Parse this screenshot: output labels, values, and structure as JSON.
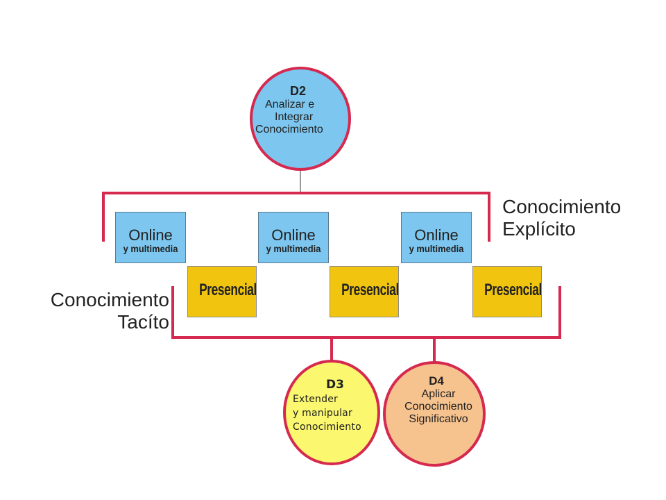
{
  "colors": {
    "bracket": "#d5294f",
    "circle_d2": "#7cc6ef",
    "circle_d3": "#fbf76f",
    "circle_d4": "#f6c28e",
    "online_box": "#7cc6ef",
    "presencial_box": "#f1c40f"
  },
  "d2": {
    "title": "D2",
    "lines": [
      "Analizar e",
      "Integrar",
      "Conocimiento"
    ]
  },
  "d3": {
    "title": "D3",
    "lines": [
      "Extender",
      "y manipular",
      "Conocimiento"
    ]
  },
  "d4": {
    "title": "D4",
    "lines": [
      "Aplicar",
      "Conocimiento",
      "Significativo"
    ]
  },
  "online_boxes": [
    {
      "title": "Online",
      "subtitle": "y multimedia"
    },
    {
      "title": "Online",
      "subtitle": "y multimedia"
    },
    {
      "title": "Online",
      "subtitle": "y multimedia"
    }
  ],
  "presencial_boxes": [
    {
      "label": "Presencial"
    },
    {
      "label": "Presencial"
    },
    {
      "label": "Presencial"
    }
  ],
  "explicit_label": {
    "lines": [
      "Conocimiento",
      "Explícito"
    ]
  },
  "tacit_label": {
    "lines": [
      "Conocimiento",
      "Tacíto"
    ]
  }
}
